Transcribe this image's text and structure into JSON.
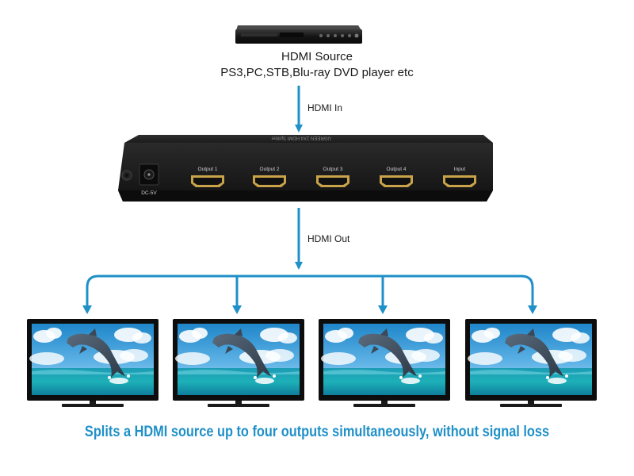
{
  "source": {
    "device": "dvd-player",
    "title": "HDMI Source",
    "subtitle": "PS3,PC,STB,Blu-ray DVD player etc"
  },
  "arrows": {
    "in_label": "HDMI  In",
    "out_label": "HDMI Out"
  },
  "splitter": {
    "brand_text": "UGREEN 1X4 HDMI Splitter",
    "power_label": "DC-5V",
    "ports": [
      "Output 1",
      "Output 2",
      "Output 3",
      "Output 4",
      "Input"
    ]
  },
  "displays": [
    {
      "id": "display-1"
    },
    {
      "id": "display-2"
    },
    {
      "id": "display-3"
    },
    {
      "id": "display-4"
    }
  ],
  "caption": "Splits a HDMI source up to four outputs simultaneously, without signal loss",
  "colors": {
    "arrow": "#1f90c8",
    "caption": "#1f90c8",
    "device": "#1b1b1b"
  }
}
